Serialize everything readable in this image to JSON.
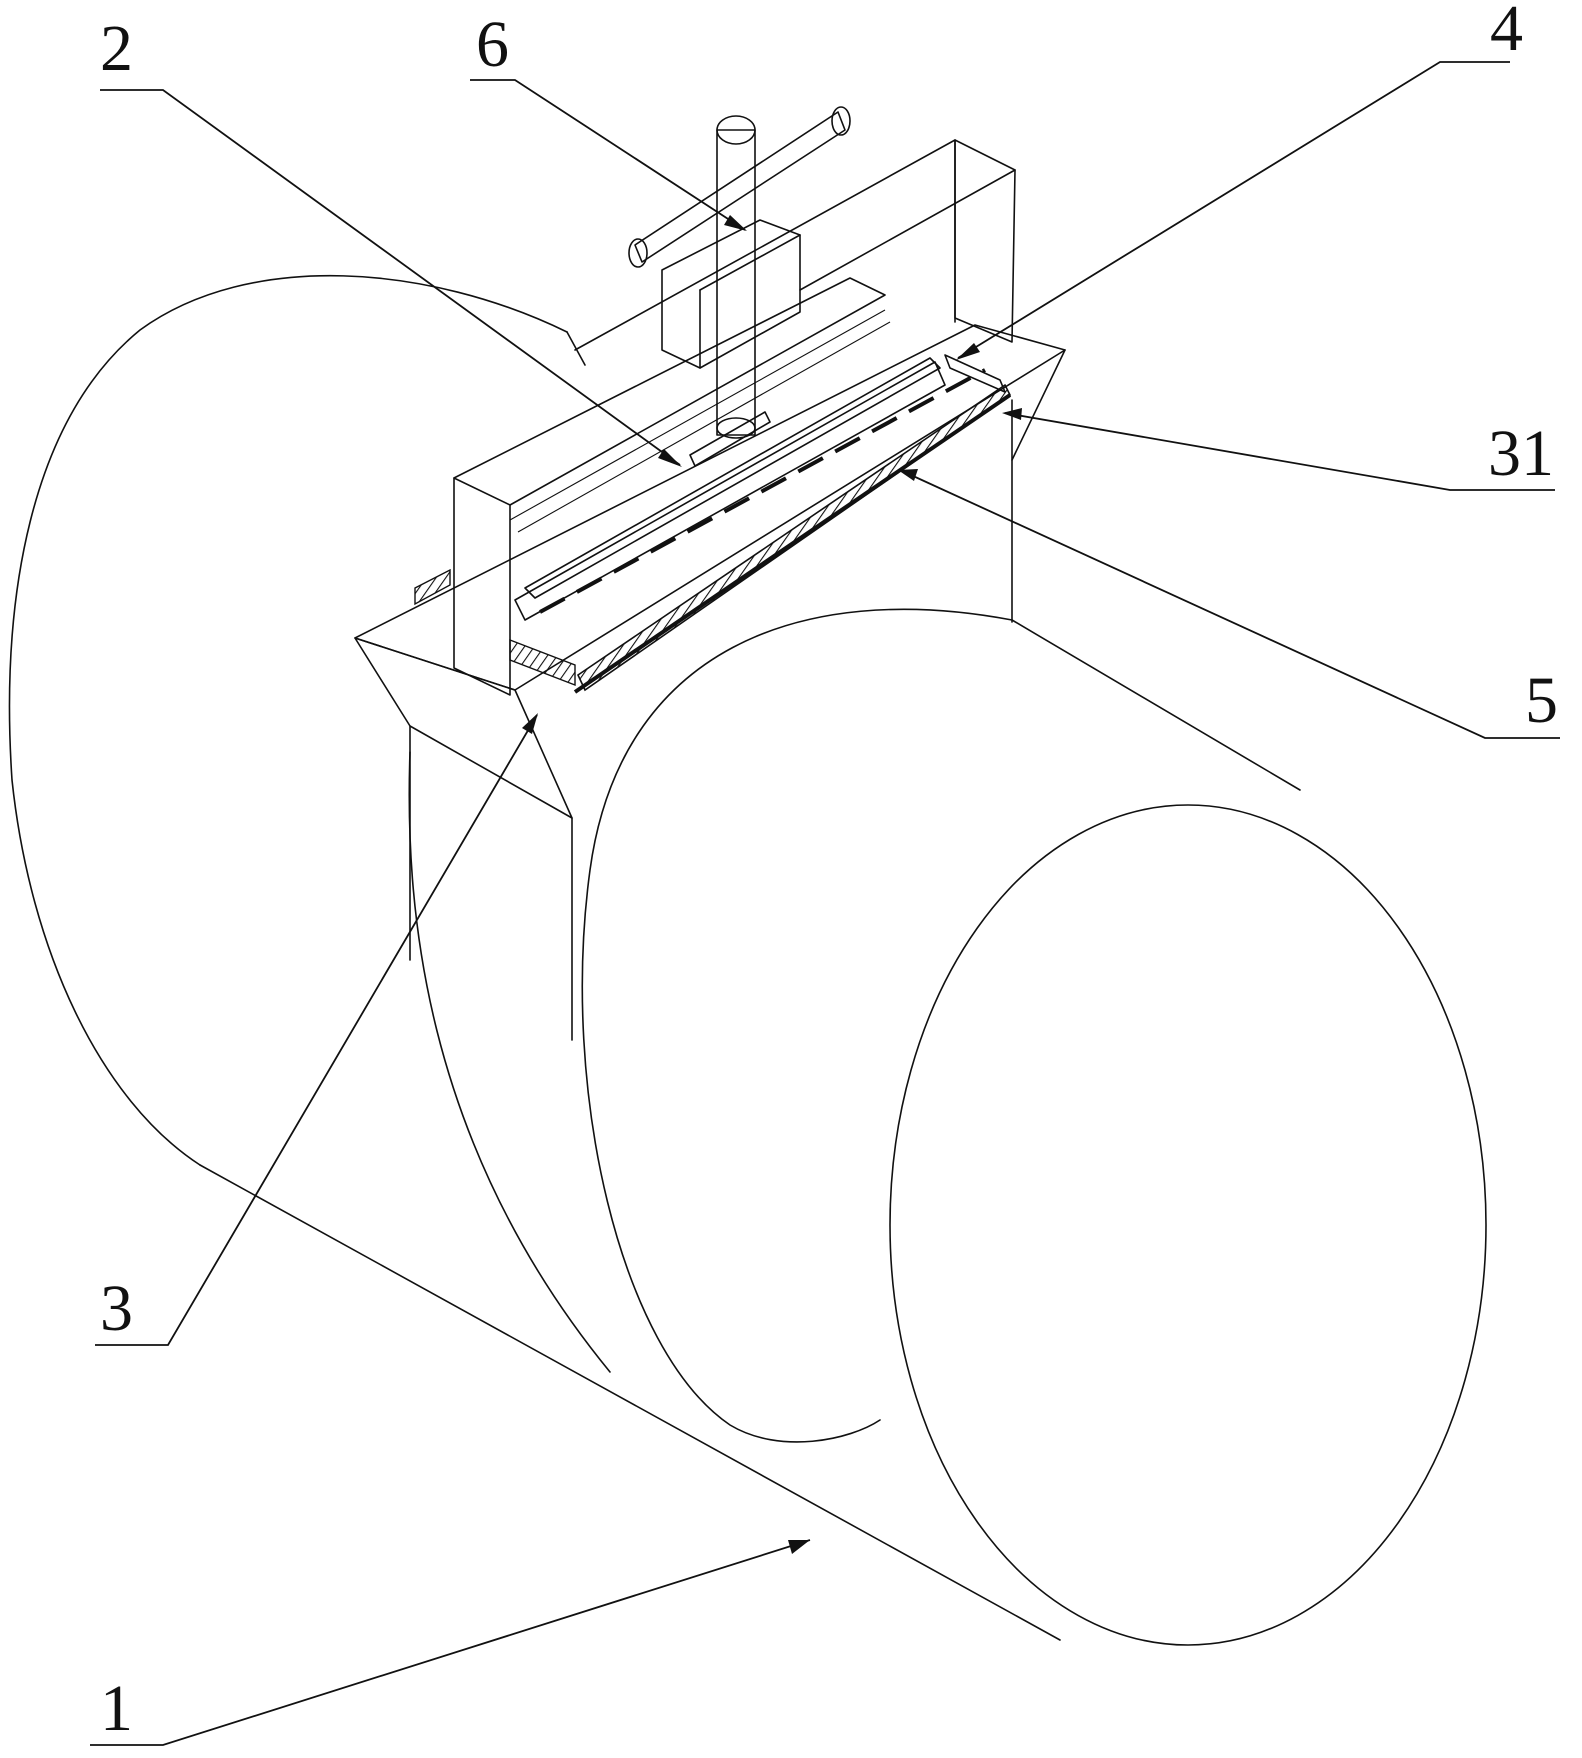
{
  "labels": {
    "l1": "1",
    "l2": "2",
    "l3": "3",
    "l31": "31",
    "l4": "4",
    "l5": "5",
    "l6": "6"
  }
}
